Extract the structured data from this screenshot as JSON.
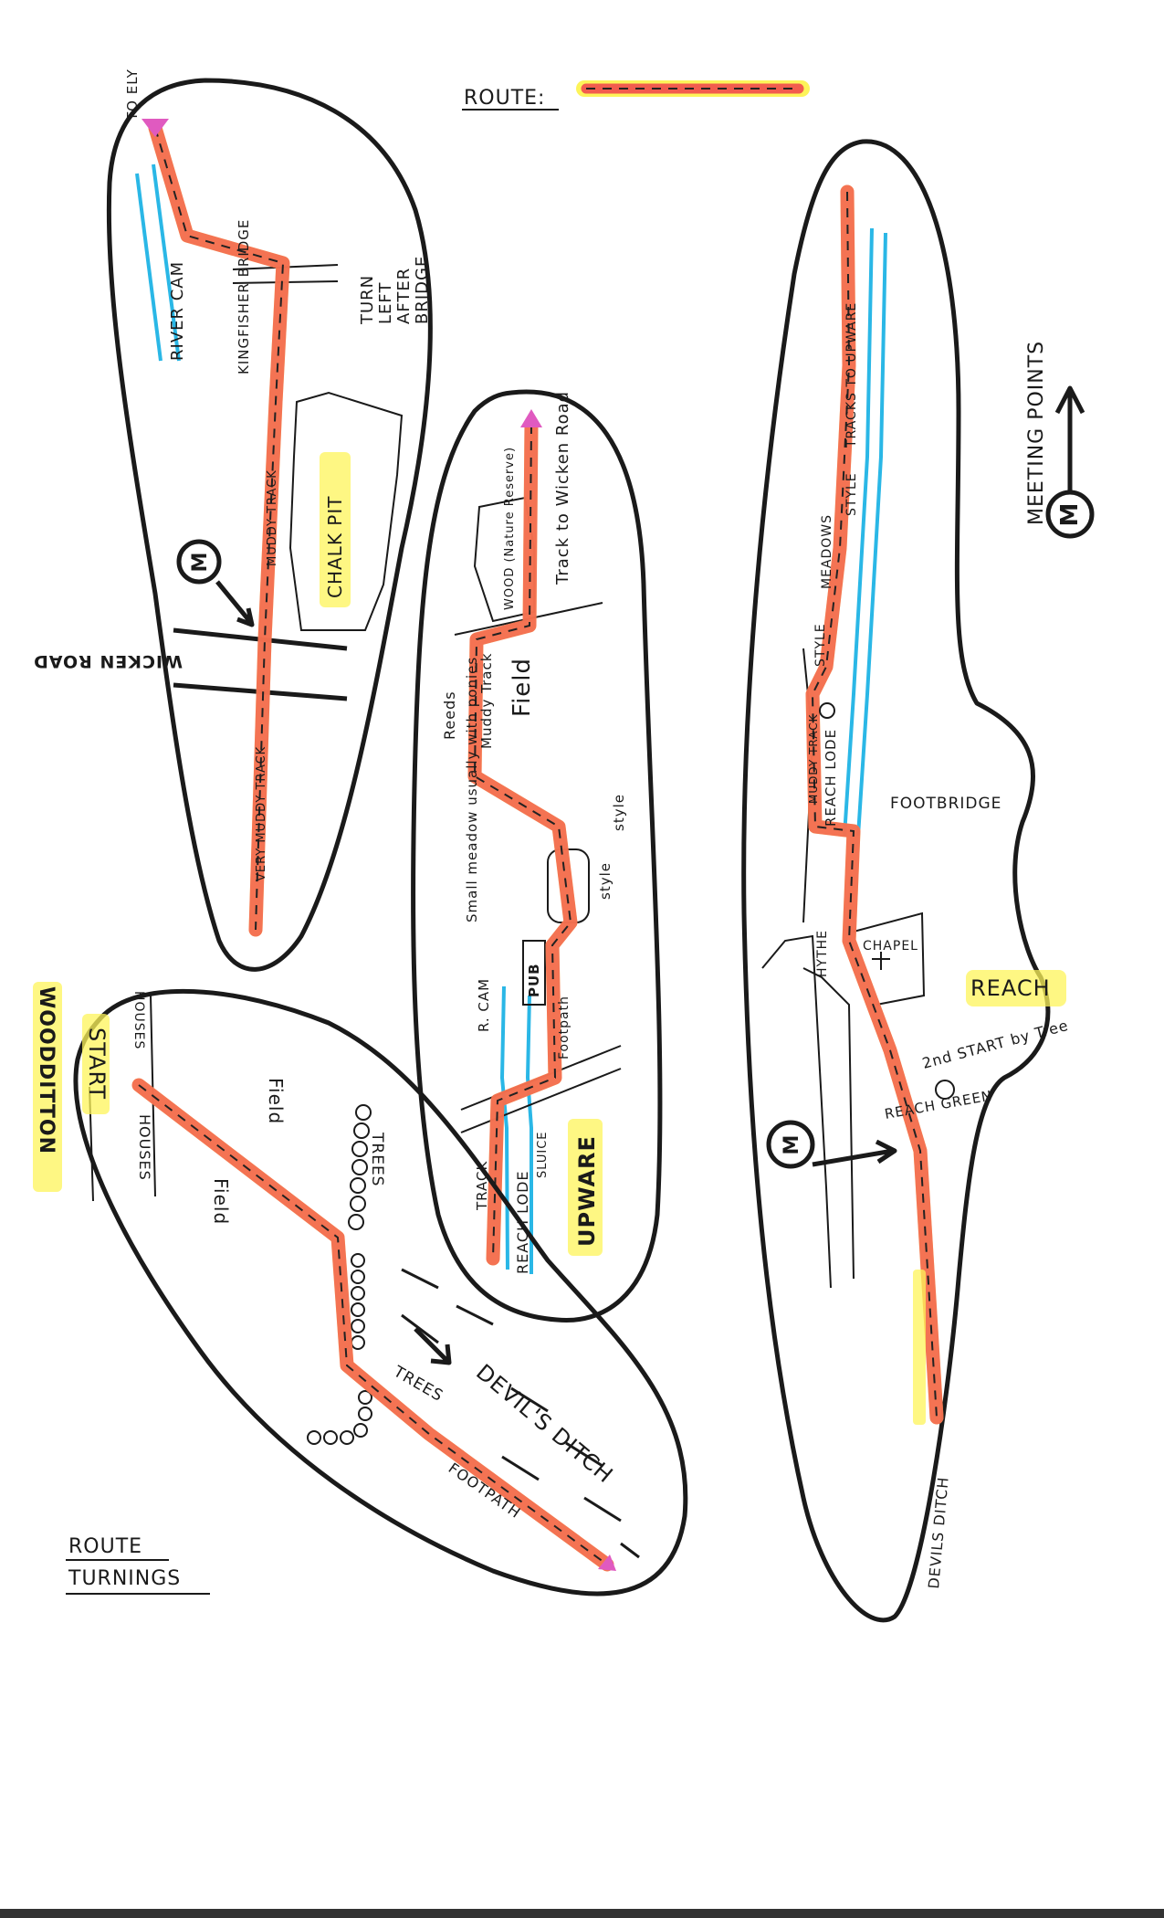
{
  "legend": {
    "route_label": "ROUTE:",
    "route_color": "#f25c4e",
    "highlight_color": "#fdf45a",
    "water_color": "#2ab7e6"
  },
  "meeting": {
    "label": "MEETING POINTS",
    "symbol": "M"
  },
  "section_wicken": {
    "to_ely": "TO ELY",
    "river": "RIVER CAM",
    "bridge": "KINGFISHER BRIDGE",
    "turn_note": [
      "TURN",
      "LEFT",
      "AFTER",
      "BRIDGE"
    ],
    "muddy_track": "MUDDY TRACK",
    "very_muddy_track": "VERY MUDDY TRACK",
    "road": "WICKEN ROAD",
    "chalk_pit": "CHALK PIT"
  },
  "section_upware": {
    "title": "UPWARE",
    "track_to_road": "Track to Wicken Road",
    "wood": "WOOD (Nature Reserve)",
    "reeds": "Reeds",
    "muddy_track": "Muddy Track",
    "field": "Field",
    "meadow": "Small meadow usually with ponies",
    "style": "style",
    "pub": "PUB",
    "river": "R. CAM",
    "footpath": "Footpath",
    "track": "TRACK",
    "reach_lode": "REACH LODE",
    "sluice": "SLUICE"
  },
  "section_reach": {
    "title": "REACH",
    "tracks_to_upware": "TRACKS TO UPWARE",
    "style": "STYLE",
    "meadows": "MEADOWS",
    "muddy_track": "MUDDY TRACK",
    "reach_lode": "REACH LODE",
    "footbridge": "FOOTBRIDGE",
    "hythe": "HYTHE",
    "chapel": "CHAPEL",
    "second_start": "2nd START by Tree",
    "green": "REACH GREEN",
    "devils_ditch": "DEVILS DITCH"
  },
  "section_wooditton": {
    "title": "WOODDITTON",
    "start": "START",
    "houses": "HOUSES",
    "field": "Field",
    "trees": "TREES",
    "devils_ditch": "DEVIL'S DITCH",
    "footpath": "FOOTPATH"
  },
  "footer": {
    "title_line1": "ROUTE",
    "title_line2": "TURNINGS"
  }
}
